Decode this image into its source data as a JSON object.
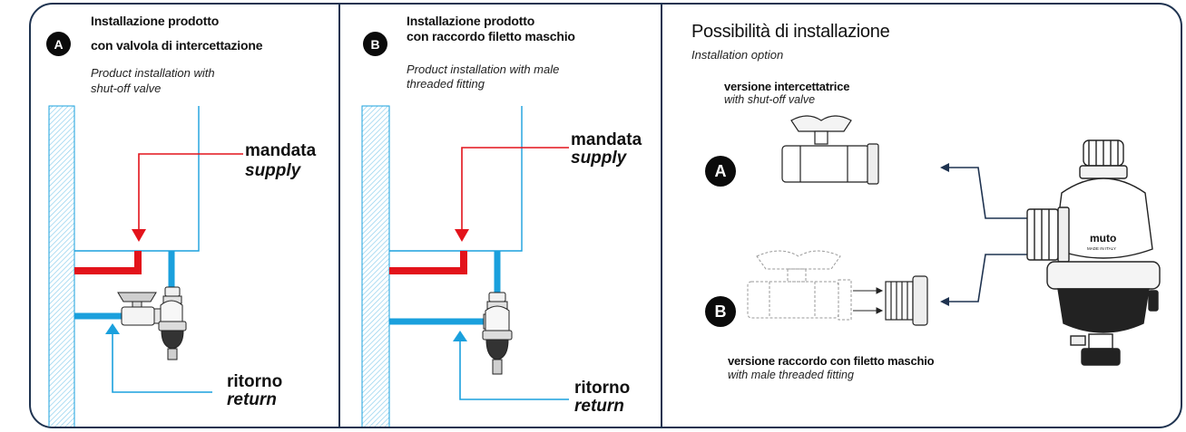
{
  "colors": {
    "border": "#1f3350",
    "supply": "#e3131b",
    "return": "#1aa0dd",
    "hatch": "#8fd0ee",
    "badge": "#0b0b0b"
  },
  "panel_a": {
    "badge": "A",
    "title_line1": "Installazione prodotto",
    "title_line2": "con valvola di intercettazione",
    "subtitle_line1": "Product installation with",
    "subtitle_line2": "shut-off valve",
    "supply_it": "mandata",
    "supply_en": "supply",
    "return_it": "ritorno",
    "return_en": "return"
  },
  "panel_b": {
    "badge": "B",
    "title_line1": "Installazione prodotto",
    "title_line2": "con raccordo filetto maschio",
    "subtitle_line1": "Product installation with male",
    "subtitle_line2": "threaded fitting",
    "supply_it": "mandata",
    "supply_en": "supply",
    "return_it": "ritorno",
    "return_en": "return"
  },
  "panel_c": {
    "title": "Possibilità di installazione",
    "subtitle": "Installation option",
    "option_a_badge": "A",
    "option_a_title": "versione intercettatrice",
    "option_a_sub": "with shut-off valve",
    "option_b_badge": "B",
    "option_b_title": "versione raccordo con filetto maschio",
    "option_b_sub": "with male threaded fitting",
    "brand_logo": "muto",
    "brand_made": "MADE IN ITALY"
  }
}
